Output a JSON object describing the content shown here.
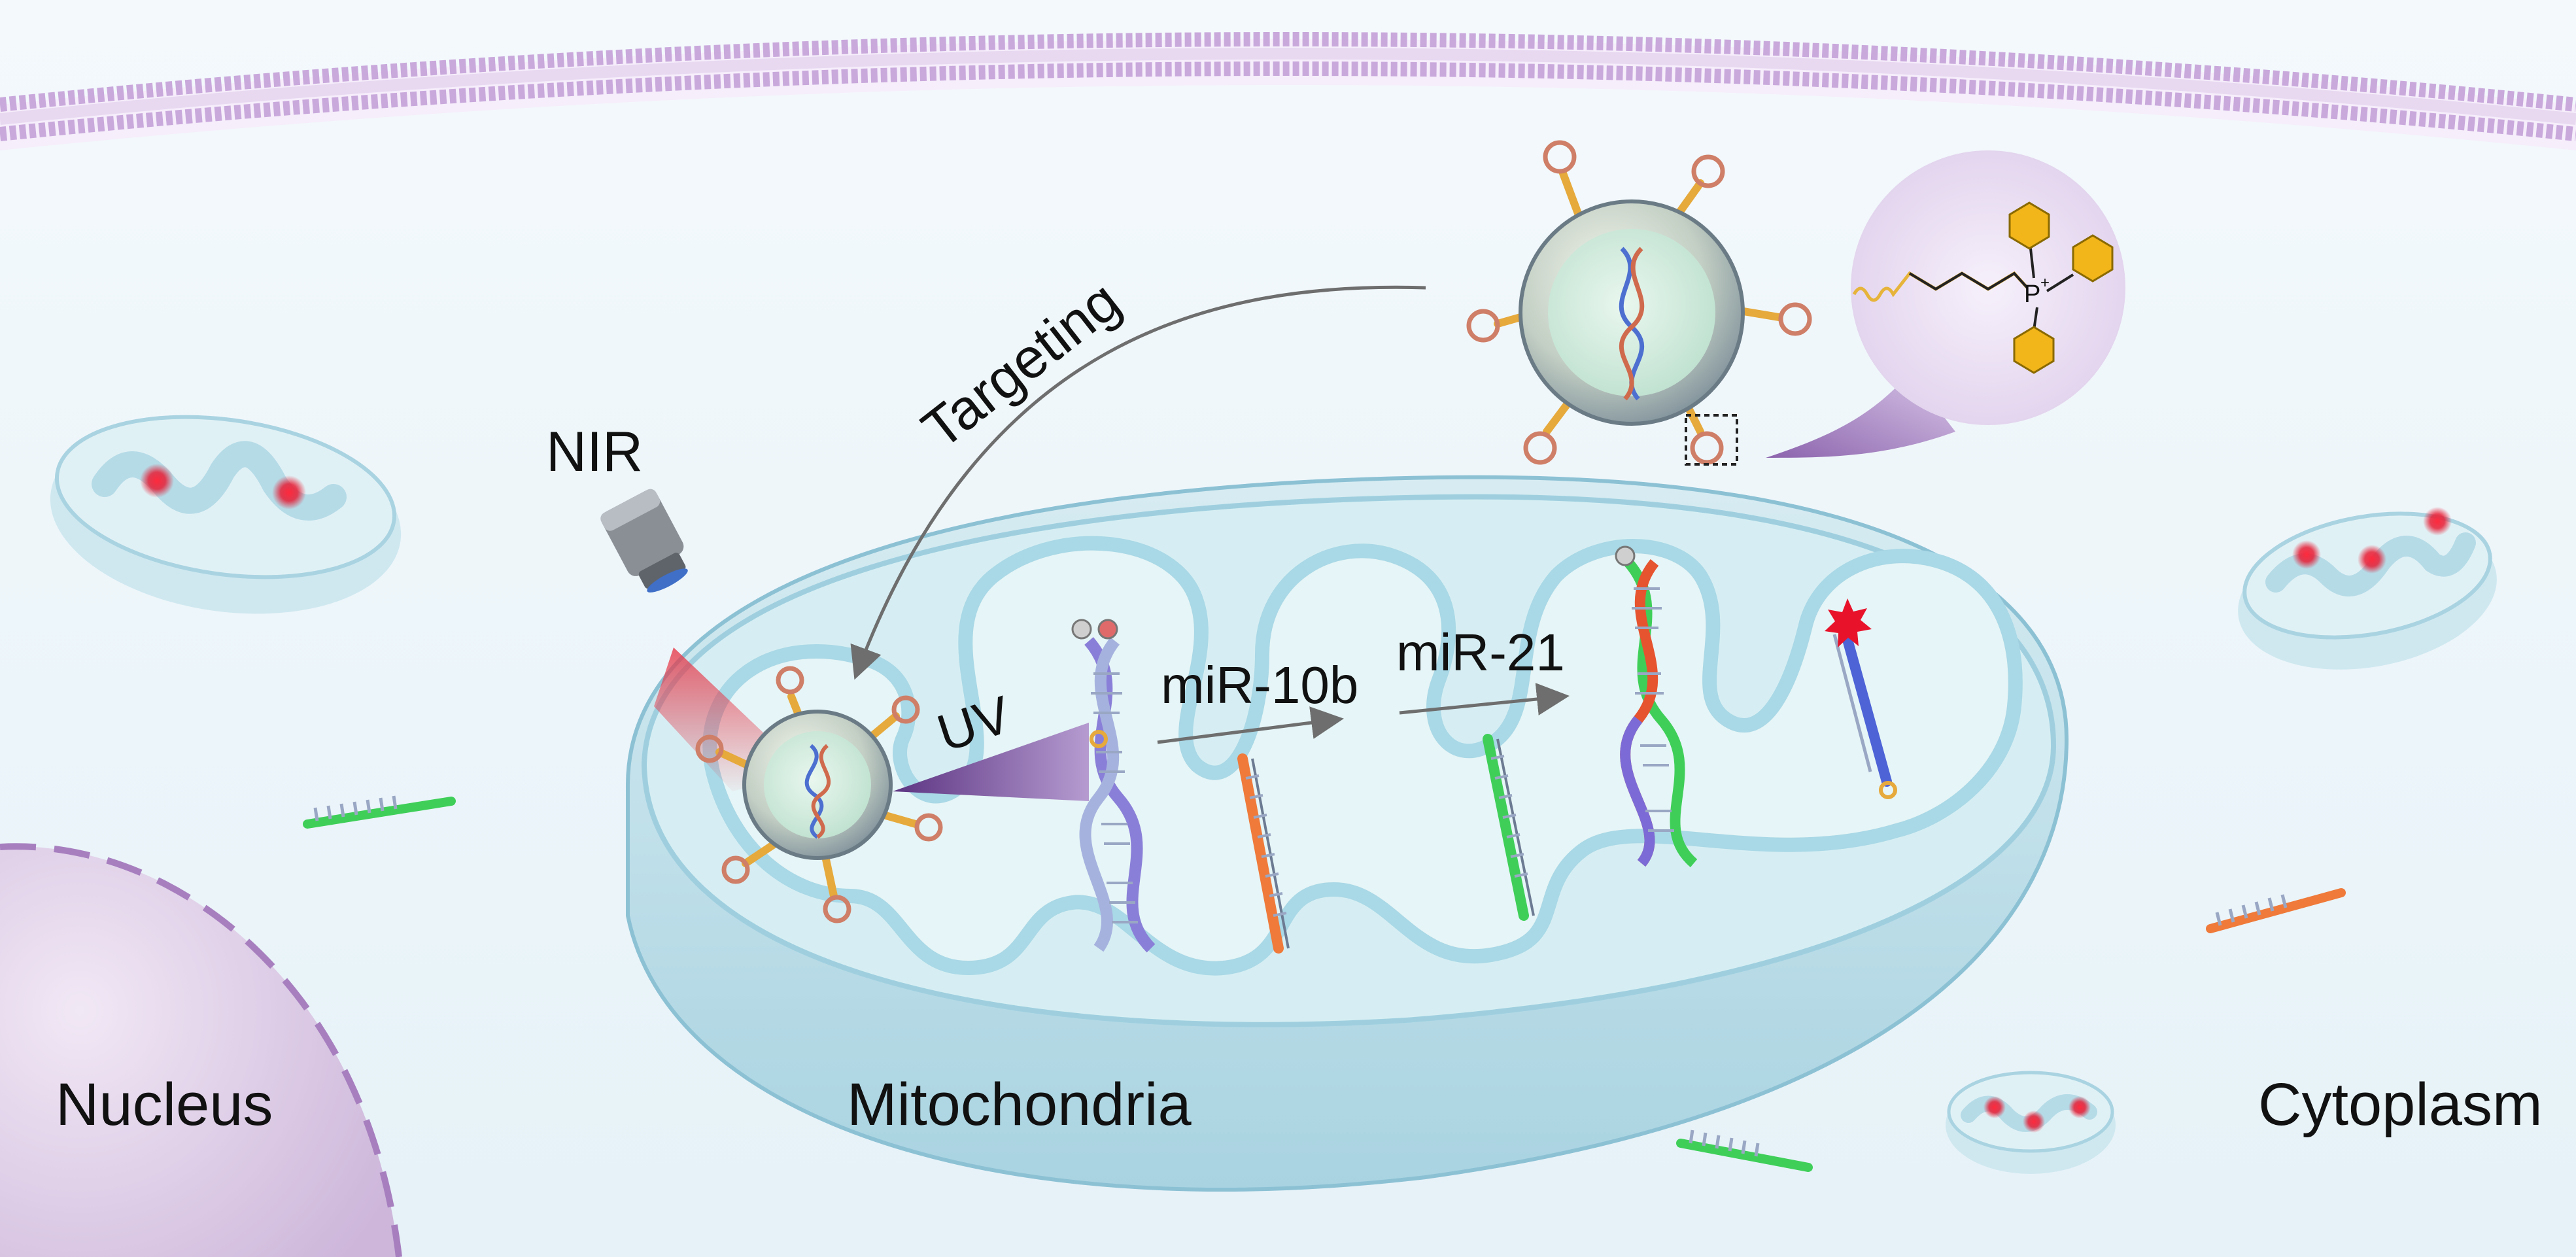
{
  "labels": {
    "nir": "NIR",
    "targeting": "Targeting",
    "uv": "UV",
    "mir10b": "miR-10b",
    "mir21": "miR-21",
    "nucleus": "Nucleus",
    "mitochondria": "Mitochondria",
    "cytoplasm": "Cytoplasm",
    "charge": "P",
    "charge_sign": "+"
  },
  "colors": {
    "cell_background": "#eef6fb",
    "membrane": "#c9a9dc",
    "nucleus": "#dccbe6",
    "mitochondria_outer": "#bfe0ea",
    "mitochondria_matrix": "#d6eef3",
    "laser": "#e63a4a",
    "uv_beam": "#7a4c9a",
    "tpp_phenyl": "#f2b51a",
    "fluorescence": "#e8132b",
    "arrow": "#6e6e6e"
  }
}
